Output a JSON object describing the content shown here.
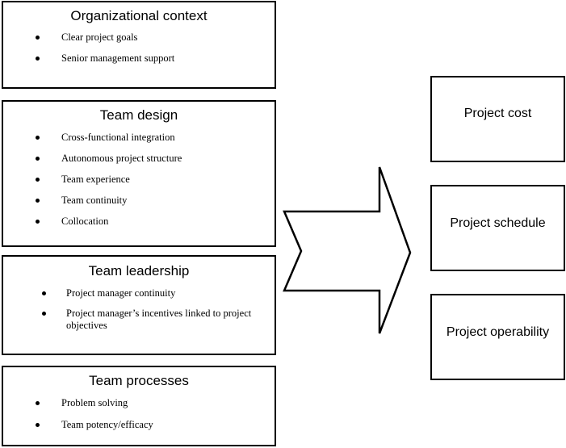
{
  "factors": [
    {
      "title": "Organizational context",
      "items": [
        "Clear project goals",
        "Senior management support"
      ]
    },
    {
      "title": "Team design",
      "items": [
        "Cross-functional integration",
        "Autonomous project structure",
        "Team experience",
        "Team continuity",
        "Collocation"
      ]
    },
    {
      "title": "Team leadership",
      "items": [
        "Project manager continuity",
        "Project manager’s incentives linked to project objectives"
      ]
    },
    {
      "title": "Team processes",
      "items": [
        "Problem solving",
        "Team potency/efficacy"
      ]
    }
  ],
  "outcomes": [
    "Project cost",
    "Project schedule",
    "Project operability"
  ]
}
